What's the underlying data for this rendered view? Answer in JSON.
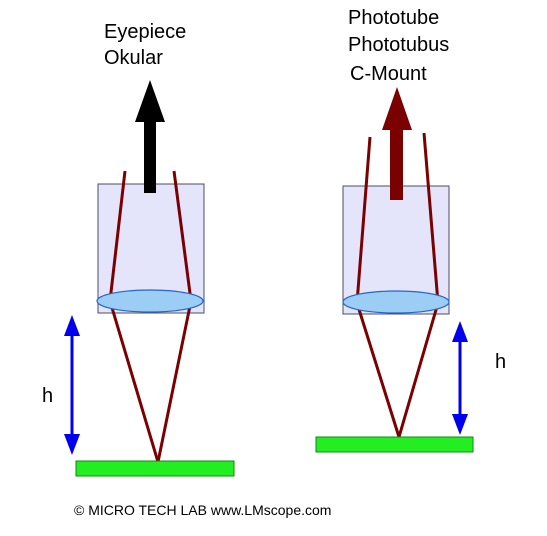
{
  "left_panel": {
    "label_line1": "Eyepiece",
    "label_line2": "Okular",
    "height_label": "h"
  },
  "right_panel": {
    "label_line1": "Phototube",
    "label_line2": "Phototubus",
    "label_line3": "C-Mount",
    "height_label": "h"
  },
  "footer": {
    "copyright": "© MICRO TECH LAB  www.LMscope.com"
  },
  "colors": {
    "ray": "#7b0000",
    "tube_fill": "#e4e4fa",
    "tube_stroke": "#4d4d66",
    "lens_fill": "#9ccdf5",
    "lens_stroke": "#2266cc",
    "specimen": "#22ee22",
    "height_arrow": "#0000ee",
    "eyepiece_arrow": "#000000",
    "phototube_arrow": "#7b0000"
  }
}
